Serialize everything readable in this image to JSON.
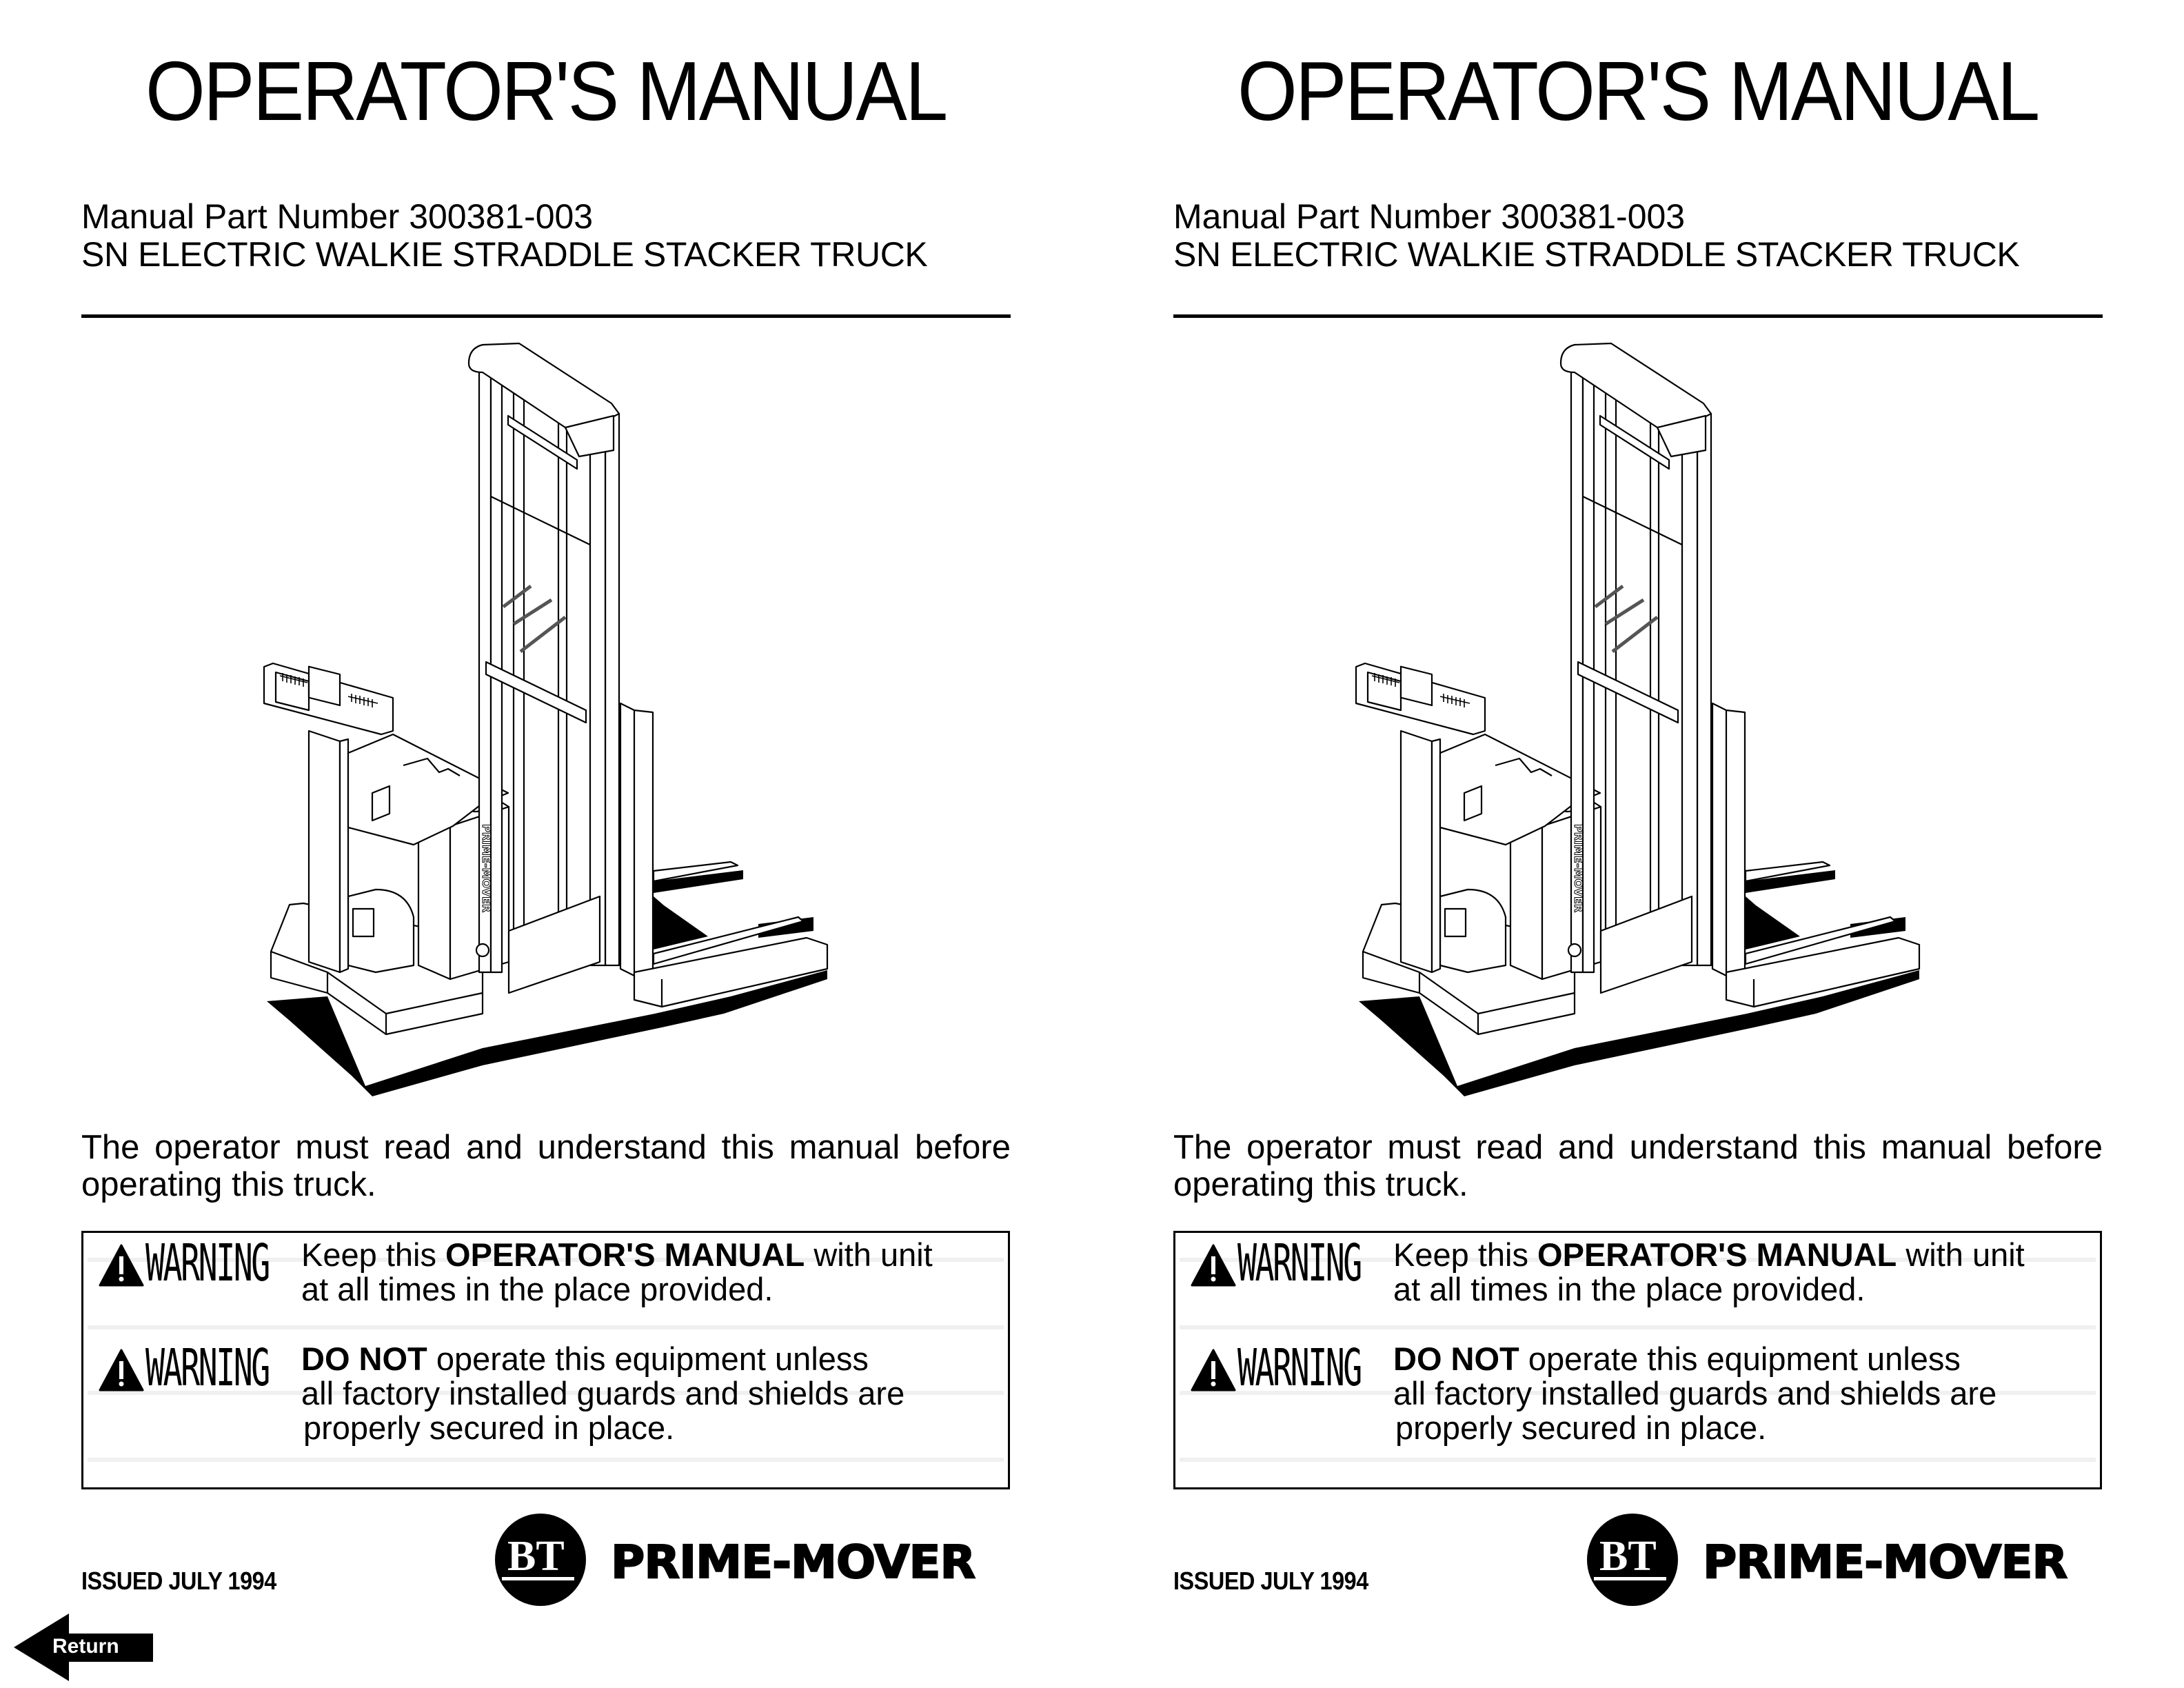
{
  "pages": [
    {
      "title": "OPERATOR'S MANUAL",
      "part_number": "Manual Part Number 300381-003",
      "product": "SN ELECTRIC WALKIE STRADDLE STACKER TRUCK",
      "illustration_label": "PRIME-MOVER",
      "intro": "The operator must read and understand this manual before operating this truck.",
      "warnings": [
        {
          "label": "WARNING",
          "lines": [
            {
              "pre": "Keep this ",
              "bold": "OPERATOR'S MANUAL",
              "post": " with unit"
            },
            {
              "pre": "at all times in the place provided.",
              "bold": "",
              "post": ""
            }
          ]
        },
        {
          "label": "WARNING",
          "lines": [
            {
              "pre": "",
              "bold": "DO NOT",
              "post": " operate this equipment unless"
            },
            {
              "pre": "all factory installed guards and shields are",
              "bold": "",
              "post": ""
            },
            {
              "pre": "properly secured in place.",
              "bold": "",
              "post": ""
            }
          ]
        }
      ],
      "issued": "ISSUED JULY 1994",
      "logo_mark": "BT",
      "brand": "PRIME-MOVER"
    },
    {
      "title": "OPERATOR'S MANUAL",
      "part_number": "Manual Part Number 300381-003",
      "product": "SN ELECTRIC WALKIE STRADDLE STACKER TRUCK",
      "illustration_label": "PRIME-MOVER",
      "intro": "The operator must read and understand this manual before operating this truck.",
      "warnings": [
        {
          "label": "WARNING",
          "lines": [
            {
              "pre": "Keep this ",
              "bold": "OPERATOR'S MANUAL",
              "post": " with unit"
            },
            {
              "pre": "at all times in the place provided.",
              "bold": "",
              "post": ""
            }
          ]
        },
        {
          "label": "WARNING",
          "lines": [
            {
              "pre": "",
              "bold": "DO NOT",
              "post": " operate this equipment unless"
            },
            {
              "pre": "all factory installed guards and shields are",
              "bold": "",
              "post": ""
            },
            {
              "pre": "properly secured in place.",
              "bold": "",
              "post": ""
            }
          ]
        }
      ],
      "issued": "ISSUED JULY 1994",
      "logo_mark": "BT",
      "brand": "PRIME-MOVER"
    }
  ],
  "navigation": {
    "return_label": "Return",
    "return_icon": "left-arrow-icon"
  },
  "colors": {
    "ink": "#000000",
    "paper": "#ffffff",
    "box_band": "#f0f0f0"
  }
}
